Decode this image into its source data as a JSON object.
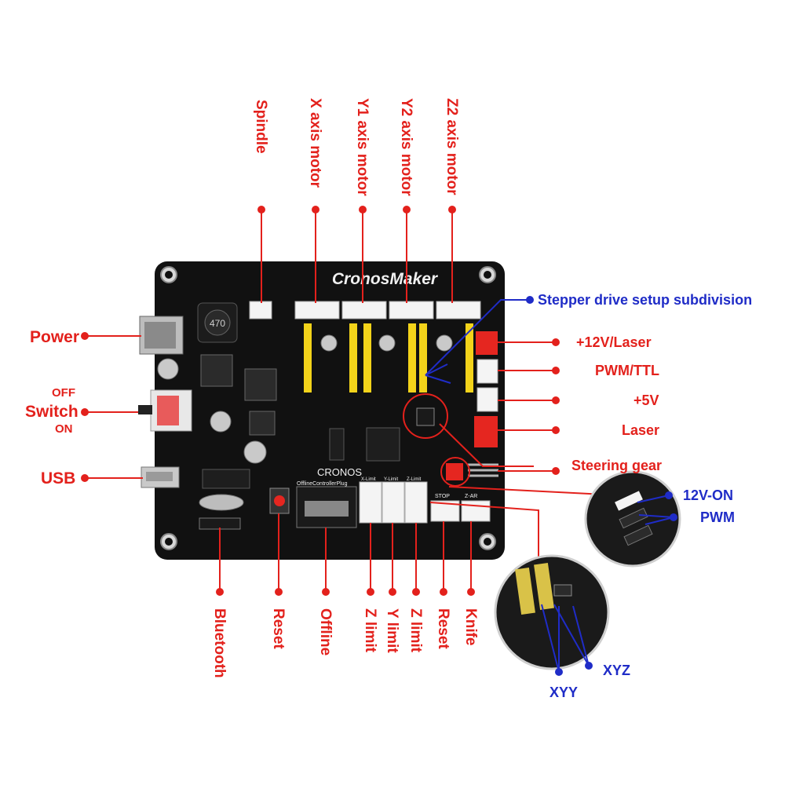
{
  "colors": {
    "label_red": "#e3211c",
    "label_blue": "#1f2cc7",
    "board": "#111111",
    "header_white": "#f4f4f4",
    "driver_yellow": "#f3d31a",
    "connector_red": "#e52620"
  },
  "board": {
    "brand": "CronosMaker",
    "logo_text": "CRONOS",
    "offline_silk": "OfflineControllerPlug",
    "inductor_marking": "470",
    "limit_silk": [
      "X-Limit",
      "Y-Limit",
      "Z-Limit"
    ],
    "stop_silk": "STOP",
    "knife_silk": "Z-AR"
  },
  "labels": {
    "top": [
      "Spindle",
      "X axis motor",
      "Y1 axis motor",
      "Y2 axis motor",
      "Z2 axis motor"
    ],
    "left": {
      "power": "Power",
      "off": "OFF",
      "switch": "Switch",
      "on": "ON",
      "usb": "USB"
    },
    "right": {
      "stepper": "Stepper drive setup subdivision",
      "laser12": "+12V/Laser",
      "pwm_ttl": "PWM/TTL",
      "plus5": "+5V",
      "laser": "Laser",
      "steering": "Steering gear"
    },
    "bottom": [
      "Bluetooth",
      "Reset",
      "Offline",
      "Z limit",
      "Y limit",
      "Z limit",
      "Reset",
      "Knife"
    ],
    "inset1": [
      "12V-ON",
      "PWM"
    ],
    "inset2": [
      "XYZ",
      "XYY"
    ]
  }
}
